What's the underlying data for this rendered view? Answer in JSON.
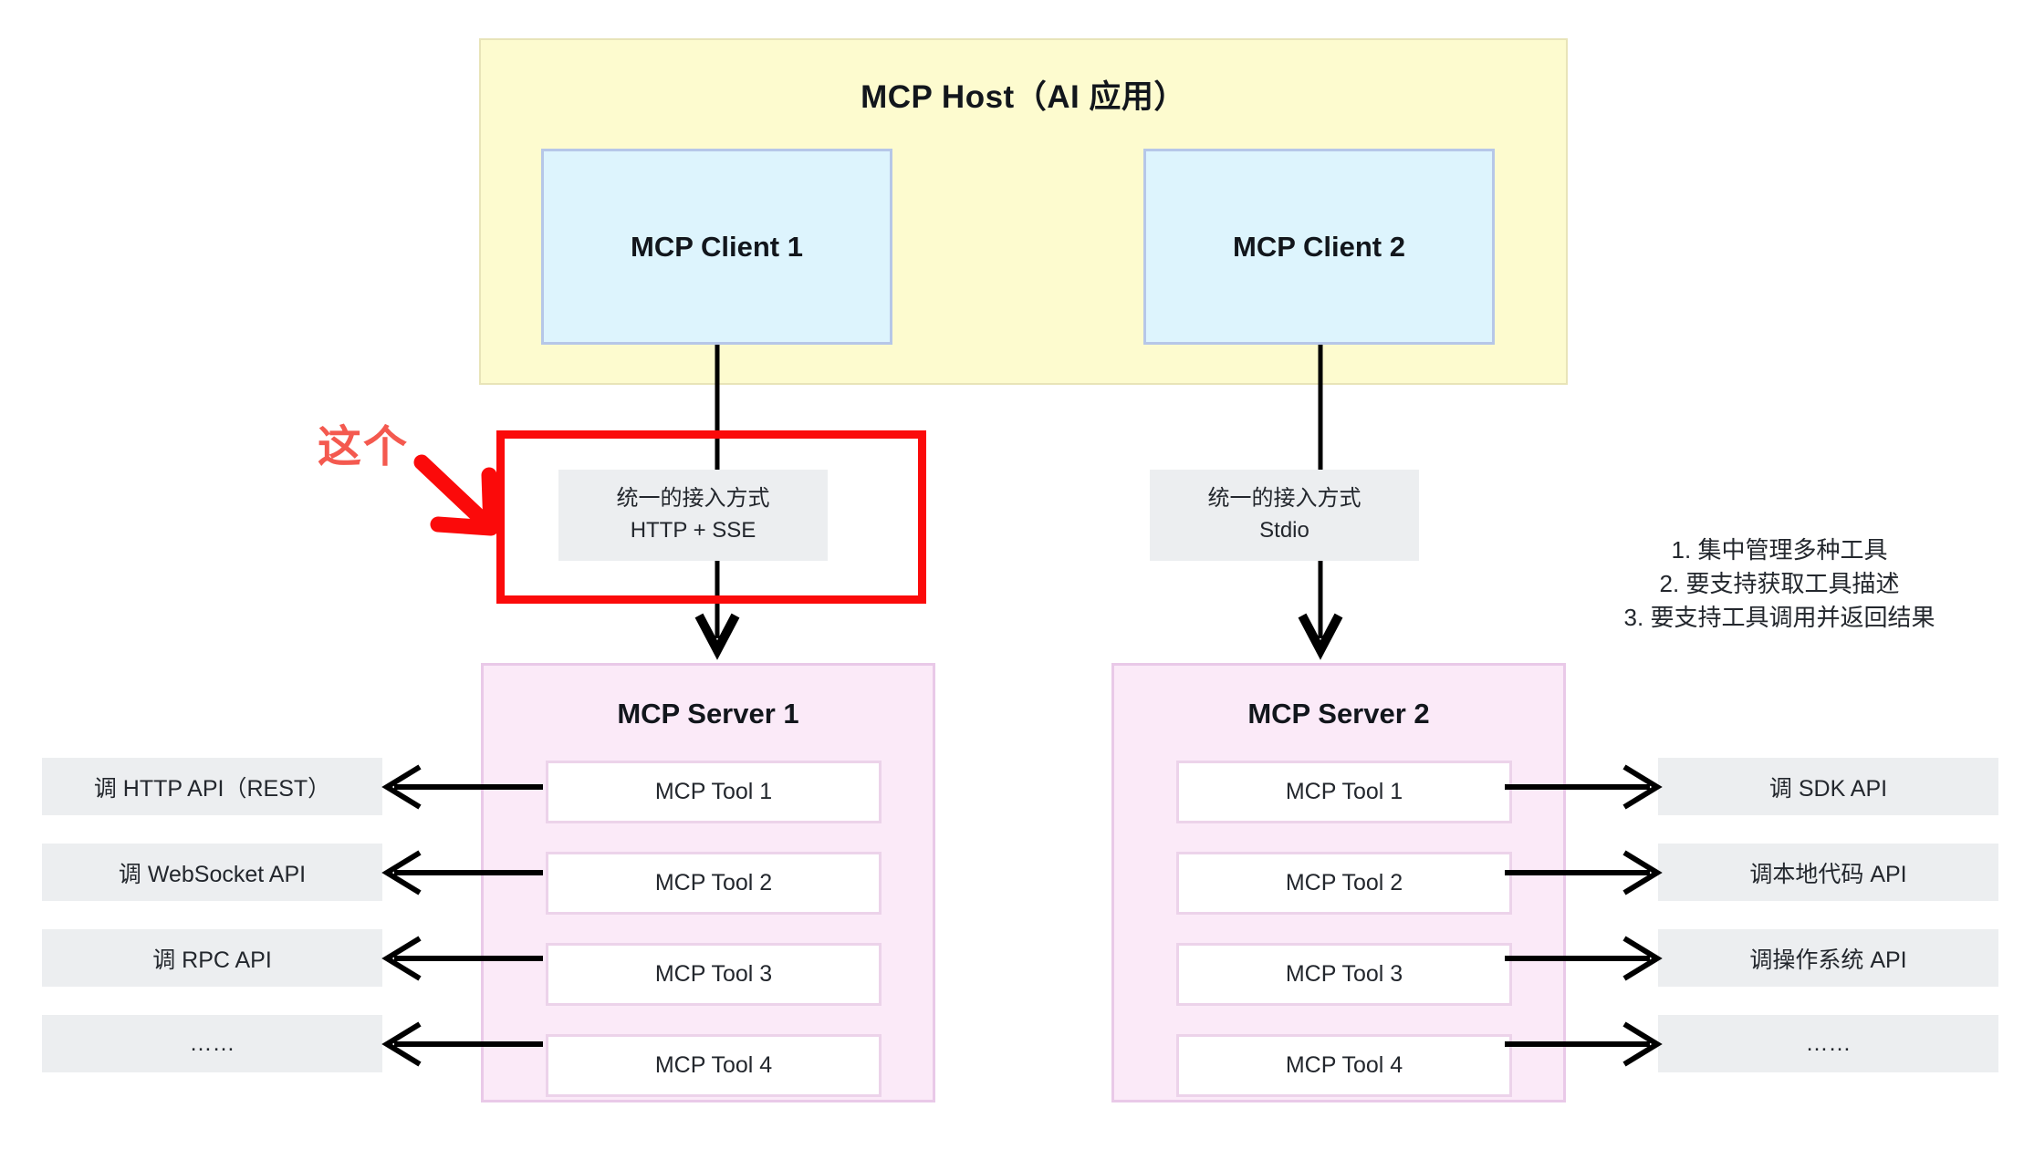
{
  "host": {
    "title": "MCP Host（AI 应用）",
    "fill": "#fdfbcf",
    "clients": [
      {
        "label": "MCP Client 1"
      },
      {
        "label": "MCP Client 2"
      }
    ]
  },
  "transports": [
    {
      "line1": "统一的接入方式",
      "line2": "HTTP + SSE",
      "highlighted": true
    },
    {
      "line1": "统一的接入方式",
      "line2": "Stdio",
      "highlighted": false
    }
  ],
  "annotation": {
    "text": "这个",
    "text_color": "#f4594f",
    "arrow_color": "#fb0a0a",
    "highlight_color": "#fb0a0a",
    "arrow_icon": "arrow-down-right-icon"
  },
  "servers": [
    {
      "title": "MCP Server 1",
      "fill": "#fbeaf8",
      "tools": [
        "MCP Tool 1",
        "MCP Tool 2",
        "MCP Tool 3",
        "MCP Tool 4"
      ]
    },
    {
      "title": "MCP Server 2",
      "fill": "#fbeaf8",
      "tools": [
        "MCP Tool 1",
        "MCP Tool 2",
        "MCP Tool 3",
        "MCP Tool 4"
      ]
    }
  ],
  "left_apis": [
    "调 HTTP API（REST）",
    "调 WebSocket API",
    "调 RPC API",
    "……"
  ],
  "right_apis": [
    "调 SDK API",
    "调本地代码 API",
    "调操作系统 API",
    "……"
  ],
  "notes": [
    "1. 集中管理多种工具",
    "2. 要支持获取工具描述",
    "3. 要支持工具调用并返回结果"
  ]
}
